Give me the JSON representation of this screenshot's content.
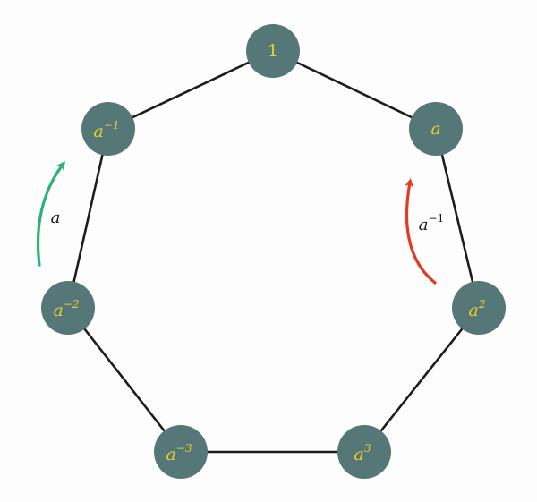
{
  "colors": {
    "node_fill": "#557777",
    "node_label": "#e6cc35",
    "edge": "#1c1c1c",
    "arrow_forward": "#2bb27c",
    "arrow_inverse": "#e23b24",
    "background": "#fdfdfd"
  },
  "nodes": [
    {
      "id": "e",
      "base": "1",
      "sup": ""
    },
    {
      "id": "a1",
      "base": "a",
      "sup": ""
    },
    {
      "id": "a2",
      "base": "a",
      "sup": "2"
    },
    {
      "id": "a3",
      "base": "a",
      "sup": "3"
    },
    {
      "id": "am3",
      "base": "a",
      "sup": "−3"
    },
    {
      "id": "am2",
      "base": "a",
      "sup": "−2"
    },
    {
      "id": "am1",
      "base": "a",
      "sup": "−1"
    }
  ],
  "arrows": {
    "forward": {
      "base": "a",
      "sup": ""
    },
    "inverse": {
      "base": "a",
      "sup": "−1"
    }
  }
}
